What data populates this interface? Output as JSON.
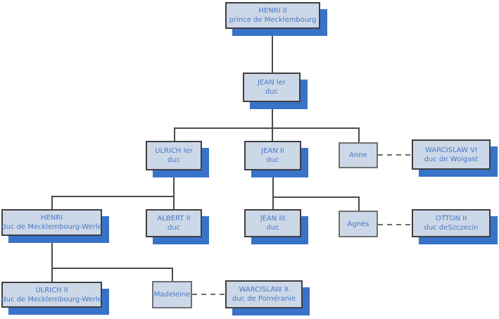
{
  "diagram": {
    "kind": "family-tree",
    "colors": {
      "node_fill": "#ccd8e8",
      "node_border": "#3f3f3f",
      "plain_node_border": "#707070",
      "shadow_blue": "#3973c9",
      "text_blue": "#4a79c4",
      "connector": "#4a4a4a",
      "marriage_dash": "#6b6b6b"
    }
  },
  "nodes": {
    "henri2": {
      "name": "HENRI II",
      "title": "prince de Mecklembourg"
    },
    "jean1": {
      "name": "JEAN Ier",
      "title": "duc"
    },
    "ulrich1": {
      "name": "ULRICH Ier",
      "title": "duc"
    },
    "jean2": {
      "name": "JEAN II",
      "title": "duc"
    },
    "anne": {
      "name": "Anne"
    },
    "warcislaw6": {
      "name": "WARCISLAW VI",
      "title": "duc de Wolgast"
    },
    "henri": {
      "name": "HENRI",
      "title": "duc de Mecklembourg-Werle"
    },
    "albert2": {
      "name": "ALBERT II",
      "title": "duc"
    },
    "jean3": {
      "name": "JEAN III",
      "title": "duc"
    },
    "agnes": {
      "name": "Agnès"
    },
    "otton2": {
      "name": "OTTON II",
      "title": "duc deSzczecin"
    },
    "ulrich2": {
      "name": "ULRICH II",
      "title": "duc de Mecklembourg-Werle"
    },
    "madeleine": {
      "name": "Madeleine"
    },
    "warcislaw10": {
      "name": "WARCISLAW X",
      "title": "duc de Poméranie"
    }
  },
  "relationships": {
    "parent_child": [
      [
        "HENRI II",
        "JEAN Ier"
      ],
      [
        "JEAN Ier",
        "ULRICH Ier"
      ],
      [
        "JEAN Ier",
        "JEAN II"
      ],
      [
        "JEAN Ier",
        "Anne"
      ],
      [
        "ULRICH Ier",
        "HENRI"
      ],
      [
        "ULRICH Ier",
        "ALBERT II"
      ],
      [
        "JEAN II",
        "JEAN III"
      ],
      [
        "JEAN II",
        "Agnès"
      ],
      [
        "HENRI",
        "ULRICH II"
      ],
      [
        "HENRI",
        "Madeleine"
      ]
    ],
    "marriages": [
      [
        "Anne",
        "WARCISLAW VI"
      ],
      [
        "Agnès",
        "OTTON II"
      ],
      [
        "Madeleine",
        "WARCISLAW X"
      ]
    ]
  }
}
